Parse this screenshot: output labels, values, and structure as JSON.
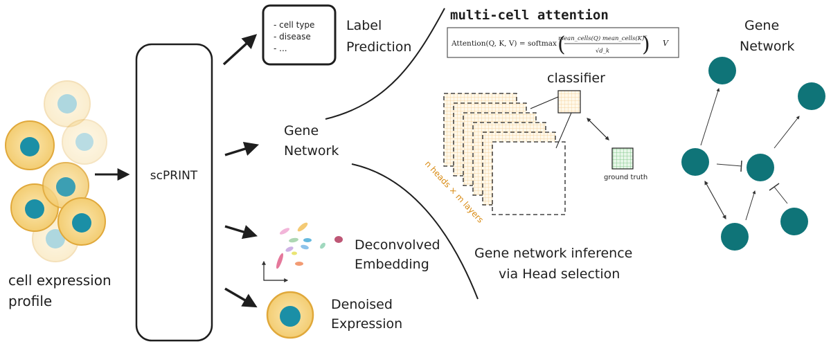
{
  "input": {
    "label_line1": "cell expression",
    "label_line2": "profile"
  },
  "model": {
    "name": "scPRINT"
  },
  "outputs": {
    "label_box_items": [
      "- cell type",
      "- disease",
      "- ..."
    ],
    "label_prediction_line1": "Label",
    "label_prediction_line2": "Prediction",
    "gene_network_line1": "Gene",
    "gene_network_line2": "Network",
    "embedding_line1": "Deconvolved",
    "embedding_line2": "Embedding",
    "denoised_line1": "Denoised",
    "denoised_line2": "Expression"
  },
  "attention": {
    "title": "multi-cell attention",
    "formula_lhs": "Attention(Q, K, V) = softmax",
    "formula_num": "mean_cells(Q) mean_cells(K)ᵀ",
    "formula_den": "√d_k",
    "formula_tail": "V"
  },
  "heads": {
    "classifier_label": "classifier",
    "ground_truth_label": "ground truth",
    "stack_label": "n heads × m layers",
    "inference_line1": "Gene network inference",
    "inference_line2": "via Head selection"
  },
  "network": {
    "title_line1": "Gene",
    "title_line2": "Network"
  },
  "colors": {
    "cell_fill": "#f7d98b",
    "cell_stroke": "#e0a83a",
    "nucleus": "#1b8fa6",
    "node": "#0f7478",
    "grid_orange": "#f3c98a",
    "grid_green": "#6fbf7a",
    "stack_label": "#d88a12"
  }
}
